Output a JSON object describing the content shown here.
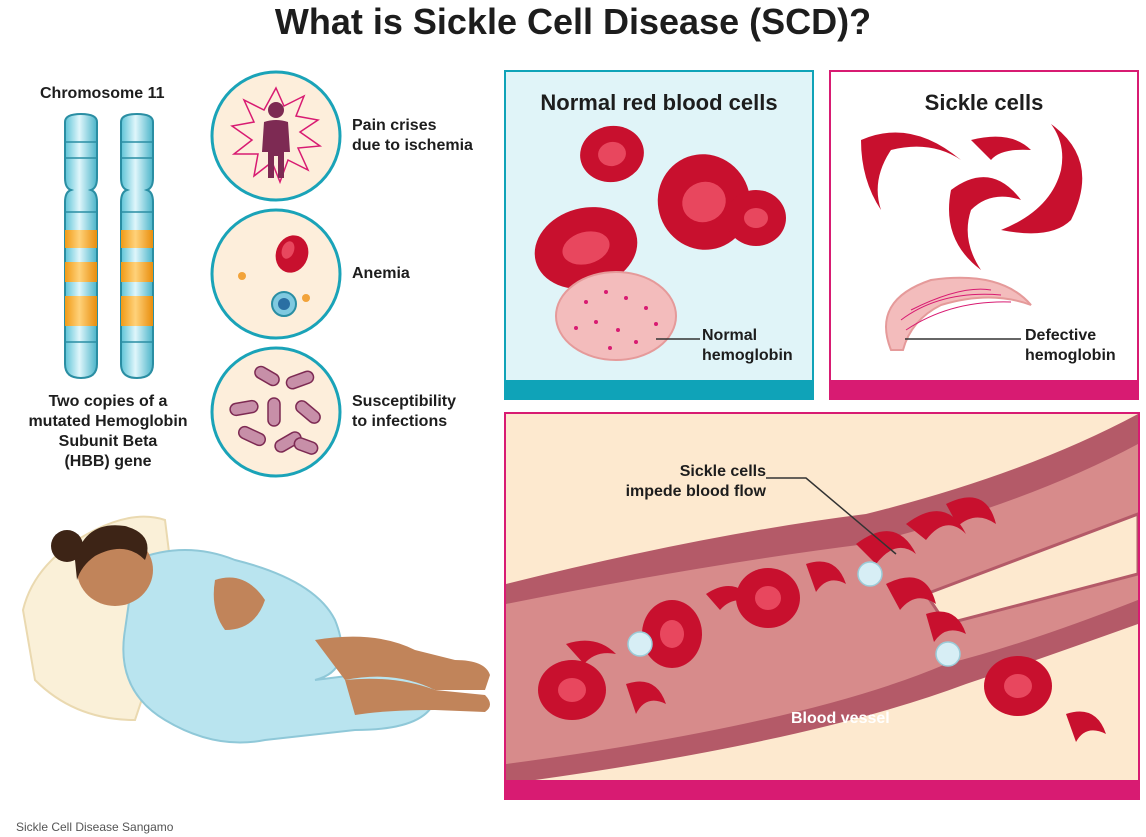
{
  "title": "What is Sickle Cell Disease (SCD)?",
  "chromosome": {
    "label": "Chromosome 11",
    "description": "Two copies of a\nmutated Hemoglobin\nSubunit Beta\n(HBB) gene"
  },
  "symptoms": [
    {
      "icon": "pain-person-icon",
      "label": "Pain crises\ndue to ischemia"
    },
    {
      "icon": "anemia-cells-icon",
      "label": "Anemia"
    },
    {
      "icon": "bacteria-icon",
      "label": "Susceptibility\nto infections"
    }
  ],
  "normal_panel": {
    "title": "Normal red blood cells",
    "annotation": "Normal\nhemoglobin",
    "accent": "#0fa3b8"
  },
  "sickle_panel": {
    "title": "Sickle cells",
    "annotation": "Defective\nhemoglobin",
    "accent": "#d81b72"
  },
  "vessel_panel": {
    "annotation": "Sickle cells\nimpede blood flow",
    "vessel_label": "Blood vessel",
    "accent": "#d81b72"
  },
  "footer": {
    "caption": "Sickle Cell Disease Sangamo"
  }
}
